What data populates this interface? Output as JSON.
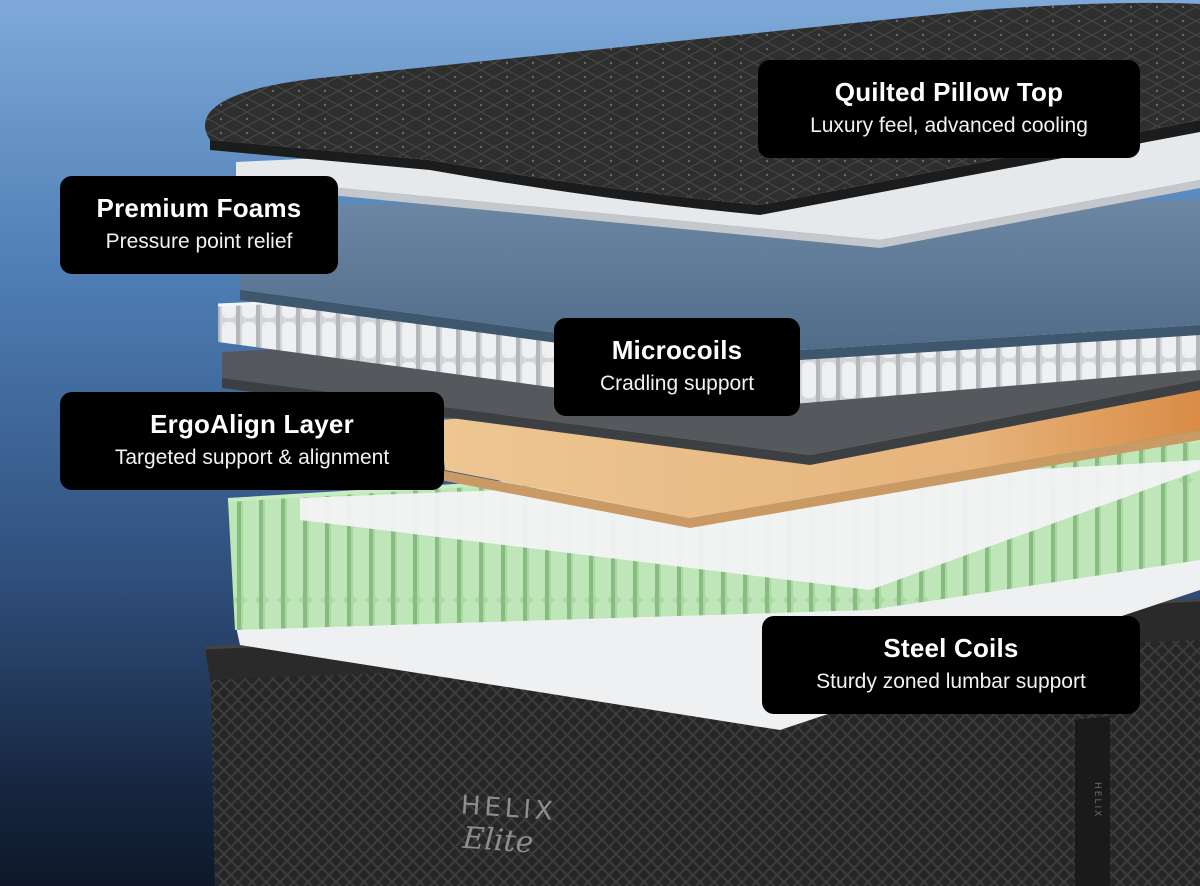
{
  "image": {
    "subject": "exploded mattress layers",
    "colors": {
      "background_top": "#7ea9d9",
      "background_bottom": "#0e1828",
      "pillow_top": "#2b2b2b",
      "white_foam": "#e9ecef",
      "blue_foam": "#5a7895",
      "microcoil": "#d9dcdf",
      "gray_foam": "#505357",
      "ergoalign_tan": "#e8b985",
      "ergoalign_orange": "#d98c45",
      "steel_coils_green": "#a7d9a0",
      "base": "#1f1f1f",
      "callout_bg": "#000000",
      "callout_text": "#ffffff"
    }
  },
  "callouts": {
    "pillow_top": {
      "title": "Quilted Pillow Top",
      "subtitle": "Luxury feel, advanced cooling"
    },
    "premium_foams": {
      "title": "Premium Foams",
      "subtitle": "Pressure point relief"
    },
    "microcoils": {
      "title": "Microcoils",
      "subtitle": "Cradling support"
    },
    "ergoalign": {
      "title": "ErgoAlign Layer",
      "subtitle": "Targeted support & alignment"
    },
    "steel_coils": {
      "title": "Steel Coils",
      "subtitle": "Sturdy zoned lumbar support"
    }
  },
  "branding": {
    "wordmark": "HELIX",
    "script": "Elite",
    "side_label": "HELIX"
  }
}
